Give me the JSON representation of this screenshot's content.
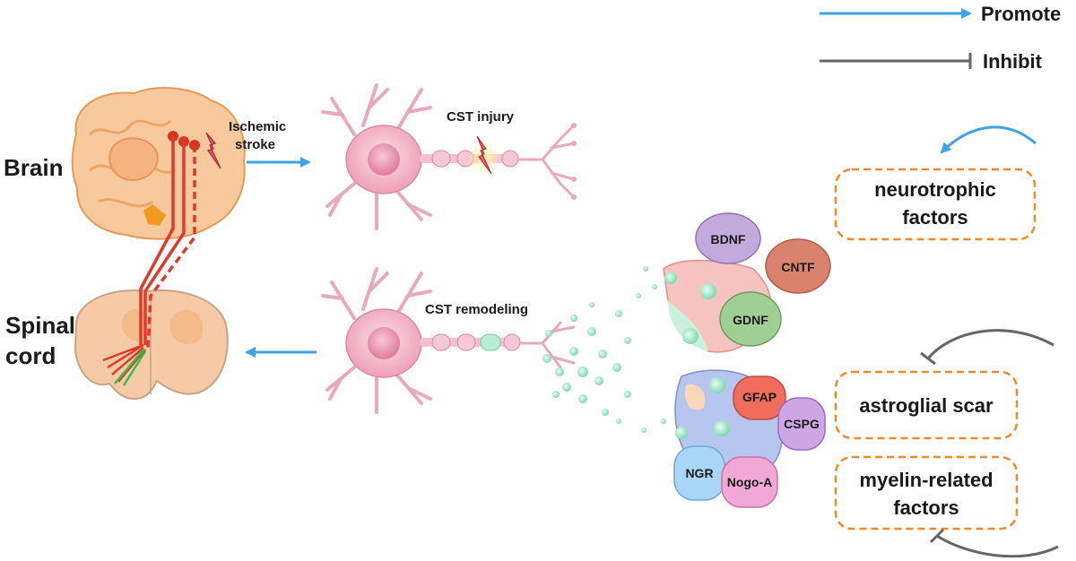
{
  "legend": {
    "promote": "Promote",
    "inhibit": "Inhibit"
  },
  "labels": {
    "brain": "Brain",
    "spinal_line1": "Spinal",
    "spinal_line2": "cord",
    "ischemic_line1": "Ischemic",
    "ischemic_line2": "stroke",
    "cst_injury": "CST injury",
    "cst_remodeling": "CST remodeling"
  },
  "molecules": {
    "bdnf": "BDNF",
    "cntf": "CNTF",
    "gdnf": "GDNF",
    "gfap": "GFAP",
    "cspg": "CSPG",
    "ngr": "NGR",
    "nogo": "Nogo-A"
  },
  "boxes": {
    "neurotrophic_line1": "neurotrophic",
    "neurotrophic_line2": "factors",
    "astroglial": "astroglial scar",
    "myelin_line1": "myelin-related",
    "myelin_line2": "factors"
  },
  "colors": {
    "promote_arrow": "#3fa3e6",
    "inhibit_line": "#666666",
    "box_border": "#f08a2a",
    "axon_red": "#e03a2a",
    "neuron_pink": "#f4b8c8"
  }
}
